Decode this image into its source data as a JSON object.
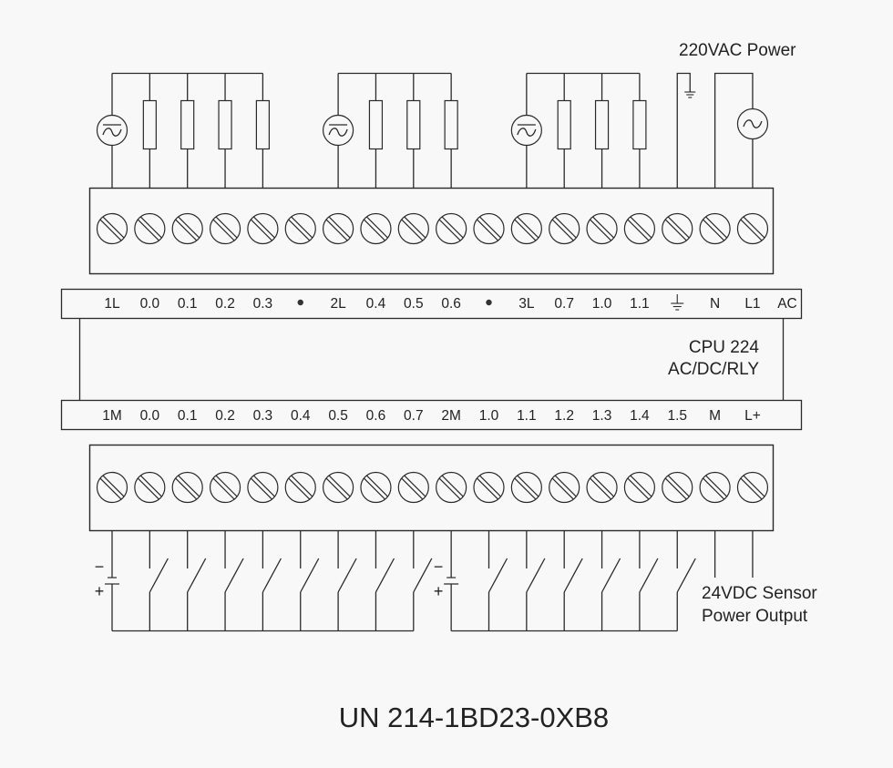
{
  "power_label": "220VAC Power",
  "cpu": {
    "model": "CPU 224",
    "type": "AC/DC/RLY"
  },
  "sensor_label": {
    "line1": "24VDC Sensor",
    "line2": "Power Output"
  },
  "part_number": "UN 214-1BD23-0XB8",
  "colors": {
    "line": "#2a2a2a",
    "background": "#f8f8f8"
  },
  "top_terminals": {
    "labels": [
      "1L",
      "0.0",
      "0.1",
      "0.2",
      "0.3",
      "•",
      "2L",
      "0.4",
      "0.5",
      "0.6",
      "•",
      "3L",
      "0.7",
      "1.0",
      "1.1",
      "ground-symbol",
      "N",
      "L1",
      "AC"
    ],
    "output_groups": [
      {
        "common": "1L",
        "source": "ac-source",
        "loads": [
          "0.0",
          "0.1",
          "0.2",
          "0.3"
        ]
      },
      {
        "common": "2L",
        "source": "ac-source",
        "loads": [
          "0.4",
          "0.5",
          "0.6"
        ]
      },
      {
        "common": "3L",
        "source": "ac-source",
        "loads": [
          "0.7",
          "1.0",
          "1.1"
        ]
      }
    ],
    "power": {
      "ground": "ground-symbol",
      "neutral": "N",
      "line": "L1",
      "source": "ac-power-source"
    }
  },
  "bottom_terminals": {
    "labels": [
      "1M",
      "0.0",
      "0.1",
      "0.2",
      "0.3",
      "0.4",
      "0.5",
      "0.6",
      "0.7",
      "2M",
      "1.0",
      "1.1",
      "1.2",
      "1.3",
      "1.4",
      "1.5",
      "M",
      "L+"
    ],
    "input_groups": [
      {
        "common": "1M",
        "supply": "dc-battery",
        "polarity": [
          "−",
          "+"
        ],
        "switches": [
          "0.0",
          "0.1",
          "0.2",
          "0.3",
          "0.4",
          "0.5",
          "0.6",
          "0.7"
        ]
      },
      {
        "common": "2M",
        "supply": "dc-battery",
        "polarity": [
          "−",
          "+"
        ],
        "switches": [
          "1.0",
          "1.1",
          "1.2",
          "1.3",
          "1.4",
          "1.5"
        ]
      }
    ],
    "sensor_output": [
      "M",
      "L+"
    ]
  }
}
